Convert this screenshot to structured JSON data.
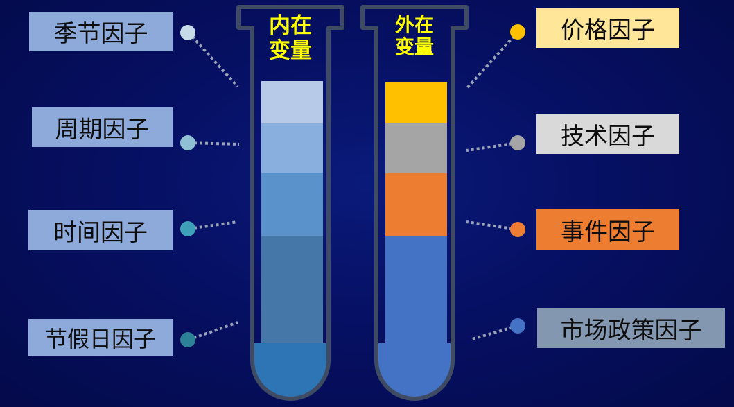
{
  "colors": {
    "background": "#061063",
    "tube_outline": "#3f4a63",
    "title": "#ffff00",
    "connector": "#9aa3b6"
  },
  "internal_tube": {
    "title_line1": "内在",
    "title_line2": "变量",
    "segment_colors": [
      "#b7cbe8",
      "#88afdd",
      "#5a93cc",
      "#4578a8"
    ],
    "bottom_color": "#2e75b6"
  },
  "external_tube": {
    "title_line1": "外在",
    "title_line2": "变量",
    "segment_colors": [
      "#ffc000",
      "#a5a5a5",
      "#ed7d31",
      "#4472c4"
    ],
    "bottom_color": "#4472c4"
  },
  "left_factors": [
    {
      "label": "季节因子",
      "box_color": "#8eaadb",
      "dot_color": "#c5dbe7"
    },
    {
      "label": "周期因子",
      "box_color": "#8eaadb",
      "dot_color": "#8fc0d4"
    },
    {
      "label": "时间因子",
      "box_color": "#8eaadb",
      "dot_color": "#3fa1b7"
    },
    {
      "label": "节假日因子",
      "box_color": "#8eaadb",
      "dot_color": "#2c8296"
    }
  ],
  "right_factors": [
    {
      "label": "价格因子",
      "box_color": "#ffe699",
      "dot_color": "#ffc000"
    },
    {
      "label": "技术因子",
      "box_color": "#d9d9d9",
      "dot_color": "#a5a5a5"
    },
    {
      "label": "事件因子",
      "box_color": "#ed7d31",
      "dot_color": "#ed7d31"
    },
    {
      "label": "市场政策因子",
      "box_color": "#8497b0",
      "dot_color": "#4472c4"
    }
  ]
}
